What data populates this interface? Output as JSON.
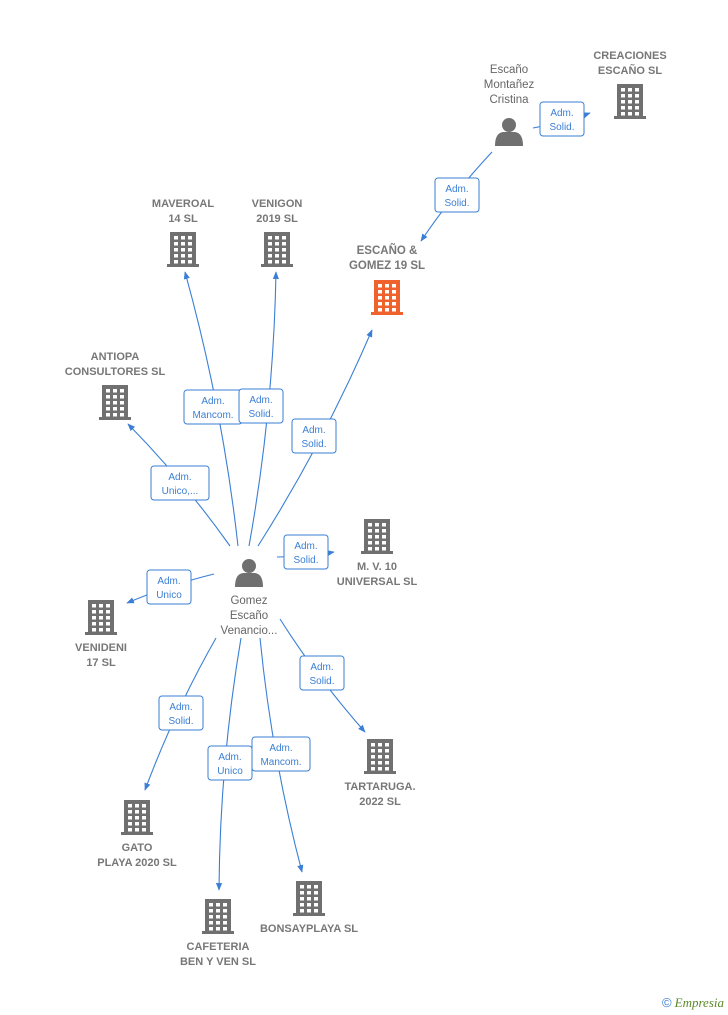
{
  "colors": {
    "edge": "#3a7fd5",
    "building": "#707070",
    "focus_building": "#f0622d",
    "person": "#707070"
  },
  "nodes": [
    {
      "id": "center",
      "kind": "person",
      "lines": [
        "Gomez",
        "Escaño",
        "Venancio..."
      ]
    },
    {
      "id": "escano_person",
      "kind": "person",
      "lines": [
        "Escaño",
        "Montañez",
        "Cristina"
      ]
    },
    {
      "id": "creaciones",
      "kind": "company",
      "lines": [
        "CREACIONES",
        "ESCAÑO  SL"
      ]
    },
    {
      "id": "escano_gomez",
      "kind": "focus",
      "lines": [
        "ESCAÑO &",
        "GOMEZ 19  SL"
      ]
    },
    {
      "id": "maveroal",
      "kind": "company",
      "lines": [
        "MAVEROAL",
        "14  SL"
      ]
    },
    {
      "id": "venigon",
      "kind": "company",
      "lines": [
        "VENIGON",
        "2019  SL"
      ]
    },
    {
      "id": "antiopa",
      "kind": "company",
      "lines": [
        "ANTIOPA",
        "CONSULTORES SL"
      ]
    },
    {
      "id": "mv10",
      "kind": "company",
      "lines": [
        "M.  V. 10",
        "UNIVERSAL SL"
      ]
    },
    {
      "id": "venideni",
      "kind": "company",
      "lines": [
        "VENIDENI",
        "17  SL"
      ]
    },
    {
      "id": "tartaruga",
      "kind": "company",
      "lines": [
        "TARTARUGA.",
        "2022  SL"
      ]
    },
    {
      "id": "gato",
      "kind": "company",
      "lines": [
        "GATO",
        "PLAYA 2020  SL"
      ]
    },
    {
      "id": "cafeteria",
      "kind": "company",
      "lines": [
        "CAFETERIA",
        "BEN Y VEN  SL"
      ]
    },
    {
      "id": "bonsay",
      "kind": "company",
      "lines": [
        "BONSAYPLAYA SL"
      ]
    }
  ],
  "edges": [
    {
      "from": "escano_person",
      "to": "creaciones",
      "label": [
        "Adm.",
        "Solid."
      ]
    },
    {
      "from": "escano_person",
      "to": "escano_gomez",
      "label": [
        "Adm.",
        "Solid."
      ]
    },
    {
      "from": "center",
      "to": "maveroal",
      "label": [
        "Adm.",
        "Mancom."
      ]
    },
    {
      "from": "center",
      "to": "venigon",
      "label": [
        "Adm.",
        "Solid."
      ]
    },
    {
      "from": "center",
      "to": "escano_gomez",
      "label": [
        "Adm.",
        "Solid."
      ]
    },
    {
      "from": "center",
      "to": "antiopa",
      "label": [
        "Adm.",
        "Unico,..."
      ]
    },
    {
      "from": "center",
      "to": "mv10",
      "label": [
        "Adm.",
        "Solid."
      ]
    },
    {
      "from": "center",
      "to": "venideni",
      "label": [
        "Adm.",
        "Unico"
      ]
    },
    {
      "from": "center",
      "to": "tartaruga",
      "label": [
        "Adm.",
        "Solid."
      ]
    },
    {
      "from": "center",
      "to": "gato",
      "label": [
        "Adm.",
        "Solid."
      ]
    },
    {
      "from": "center",
      "to": "cafeteria",
      "label": [
        "Adm.",
        "Unico"
      ]
    },
    {
      "from": "center",
      "to": "bonsay",
      "label": [
        "Adm.",
        "Mancom."
      ]
    }
  ],
  "brand": {
    "copyright": "©",
    "name": "Empresia"
  }
}
